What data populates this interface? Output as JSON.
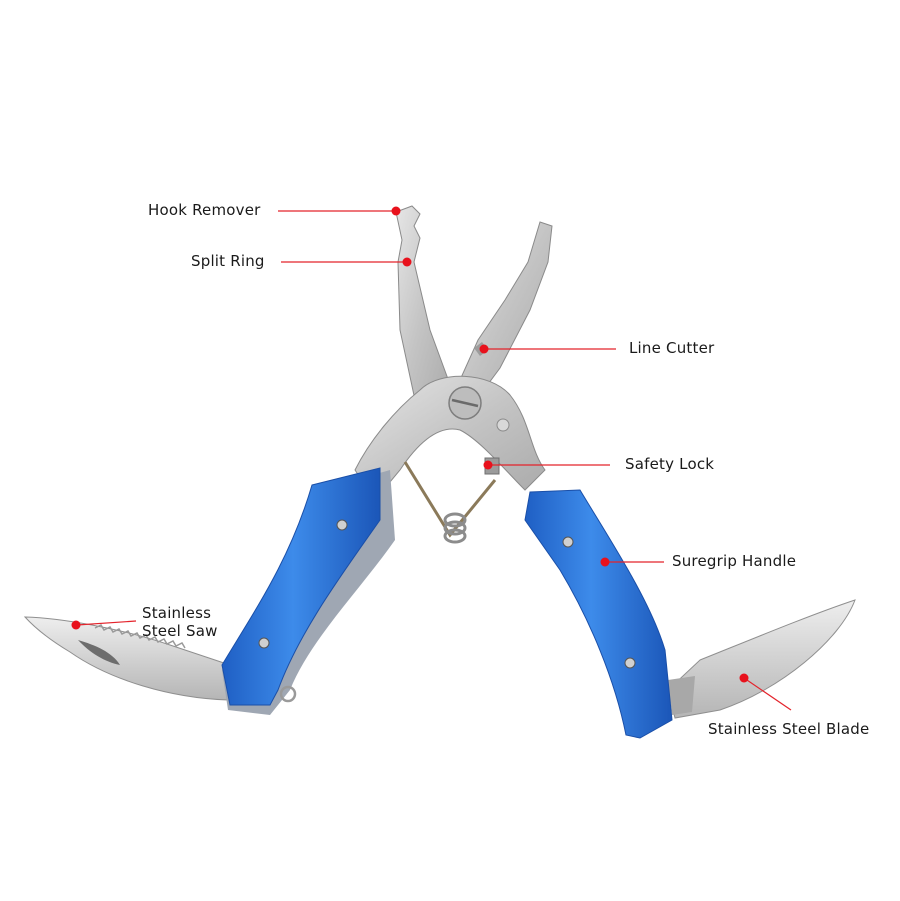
{
  "diagram": {
    "subject": "Fishing pliers multi-tool",
    "colors": {
      "background": "#ffffff",
      "leader_line": "#e4232b",
      "marker_dot": "#e8111c",
      "handle_blue": "#2f78d9",
      "steel": "#c9c9c9",
      "label_text": "#1a1a1a"
    },
    "callouts": [
      {
        "id": "hook-remover",
        "label": "Hook Remover"
      },
      {
        "id": "split-ring",
        "label": "Split Ring"
      },
      {
        "id": "line-cutter",
        "label": "Line Cutter"
      },
      {
        "id": "safety-lock",
        "label": "Safety Lock"
      },
      {
        "id": "suregrip-handle",
        "label": "Suregrip Handle"
      },
      {
        "id": "stainless-steel-saw",
        "label": "Stainless\nSteel Saw"
      },
      {
        "id": "stainless-steel-blade",
        "label": "Stainless Steel Blade"
      }
    ]
  }
}
